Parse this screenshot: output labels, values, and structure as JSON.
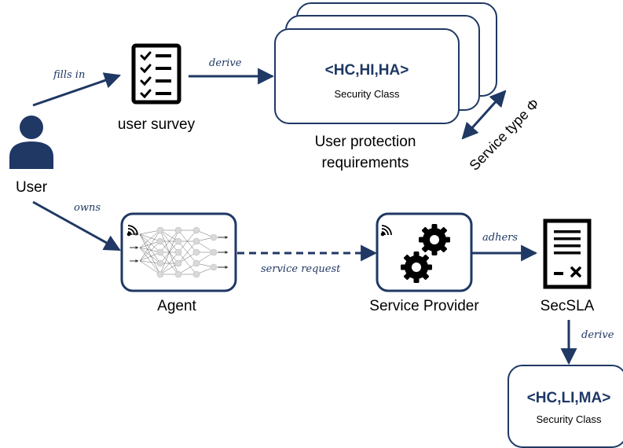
{
  "colors": {
    "primary": "#1f3864",
    "text": "#000000",
    "node_fill": "#d9d9d9",
    "background": "#ffffff"
  },
  "actors": {
    "user": {
      "label": "User",
      "icon": "user-icon"
    }
  },
  "artifacts": {
    "user_survey": {
      "label": "user survey",
      "icon": "checklist-icon"
    },
    "secsla": {
      "label": "SecSLA",
      "icon": "document-icon"
    }
  },
  "boxes": {
    "user_protection": {
      "class_value": "<HC,HI,HA>",
      "class_caption": "Security Class",
      "label_line1": "User protection",
      "label_line2": "requirements"
    },
    "agent": {
      "label": "Agent",
      "icon": "neural-network-icon"
    },
    "service_provider": {
      "label": "Service Provider",
      "icon": "gears-icon"
    },
    "secsla_class": {
      "class_value": "<HC,LI,MA>",
      "class_caption": "Security Class"
    }
  },
  "edges": {
    "fills_in": "fills in",
    "derive_top": "derive",
    "owns": "owns",
    "service_request": "service request",
    "adhers": "adhers",
    "derive_bottom": "derive",
    "service_type": "Service type Φ"
  }
}
